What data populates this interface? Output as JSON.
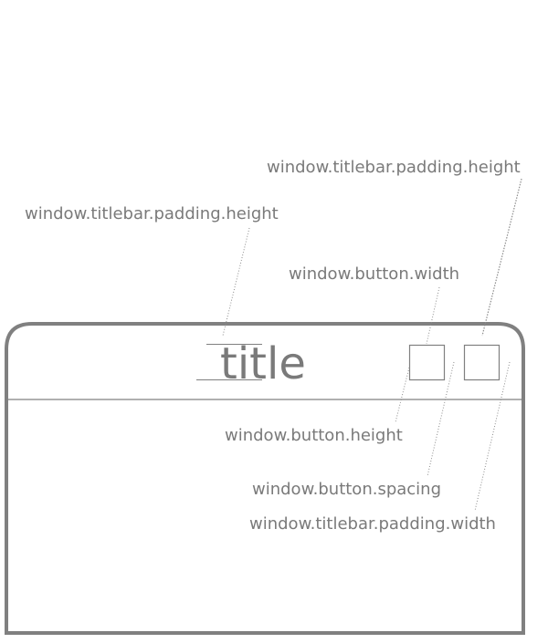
{
  "colors": {
    "stroke": "#808080",
    "text": "#7a7a7a",
    "leader": "#8c8c8c"
  },
  "window": {
    "title": "title"
  },
  "annotations": {
    "titlebar_padding_height_top": "window.titlebar.padding.height",
    "titlebar_padding_height_left": "window.titlebar.padding.height",
    "button_width": "window.button.width",
    "button_height": "window.button.height",
    "button_spacing": "window.button.spacing",
    "titlebar_padding_width": "window.titlebar.padding.width"
  }
}
